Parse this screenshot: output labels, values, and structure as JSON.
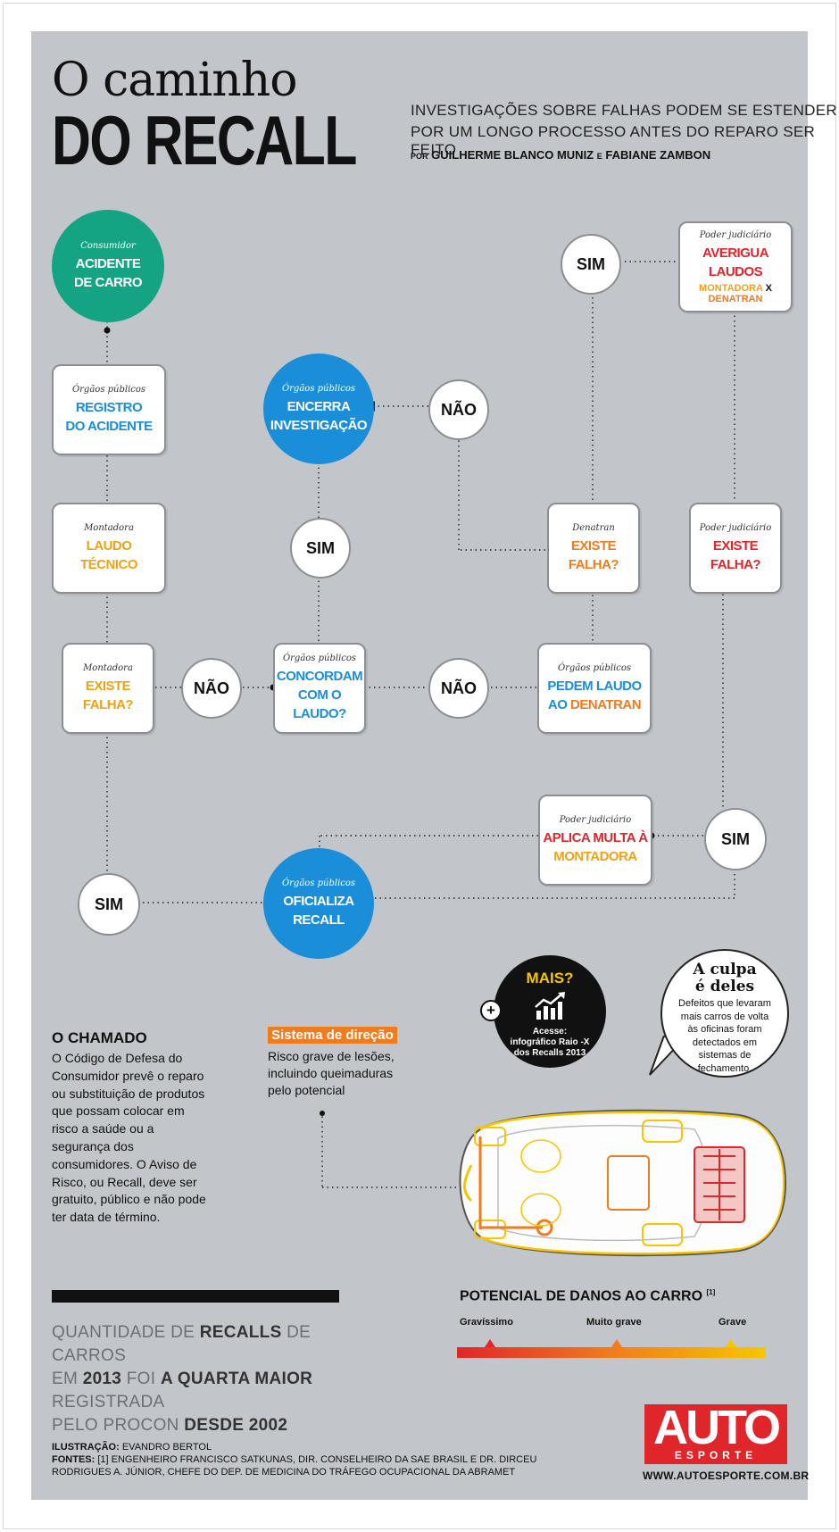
{
  "header": {
    "title_line1": "O caminho",
    "title_line2": "DO RECALL",
    "subtitle_line1": "INVESTIGAÇÕES SOBRE FALHAS PODEM SE ESTENDER",
    "subtitle_line2": "POR UM LONGO PROCESSO ANTES DO REPARO SER FEITO",
    "byline_por": "POR",
    "byline_author1": "GUILHERME BLANCO MUNIZ",
    "byline_e": "E",
    "byline_author2": "FABIANE ZAMBON"
  },
  "flow": {
    "consumidor": {
      "actor": "Consumidor",
      "line1": "ACIDENTE",
      "line2": "DE CARRO"
    },
    "registro": {
      "actor": "Órgãos públicos",
      "line1": "REGISTRO",
      "line2": "DO ACIDENTE"
    },
    "laudo_tecnico": {
      "actor": "Montadora",
      "line1": "LAUDO",
      "line2": "TÉCNICO"
    },
    "montadora_falha": {
      "actor": "Montadora",
      "line1": "EXISTE",
      "line2": "FALHA?"
    },
    "concordam": {
      "actor": "Órgãos públicos",
      "line1": "CONCORDAM",
      "line2": "COM O LAUDO?"
    },
    "pedem_laudo": {
      "actor": "Órgãos públicos",
      "line1": "PEDEM LAUDO",
      "line2_a": "AO",
      "line2_b": "DENATRAN"
    },
    "denatran_falha": {
      "actor": "Denatran",
      "line1": "EXISTE",
      "line2": "FALHA?"
    },
    "encerra": {
      "actor": "Órgãos públicos",
      "line1": "ENCERRA",
      "line2": "INVESTIGAÇÃO"
    },
    "averigua": {
      "actor": "Poder judiciário",
      "line1": "AVERIGUA",
      "line2": "LAUDOS",
      "line3_a": "MONTADORA",
      "line3_x": "X",
      "line3_b": "DENATRAN"
    },
    "judiciario_falha": {
      "actor": "Poder judiciário",
      "line1": "EXISTE",
      "line2": "FALHA?"
    },
    "multa": {
      "actor": "Poder judiciário",
      "line1": "APLICA MULTA À",
      "line2": "MONTADORA"
    },
    "oficializa": {
      "actor": "Órgãos públicos",
      "line1": "OFICIALIZA",
      "line2": "RECALL"
    },
    "sim": "SIM",
    "nao": "NÃO"
  },
  "chamado": {
    "heading": "O CHAMADO",
    "text": "O Código de Defesa do Consumidor prevê o reparo ou substituição de produtos que possam colocar em risco a saúde ou a segurança dos consumidores. O Aviso de Risco, ou Recall, deve ser gratuito, público e não pode ter data de término."
  },
  "sistema": {
    "heading": "Sistema de direção",
    "text": "Risco grave de lesões, incluindo queimaduras pelo potencial"
  },
  "culpa": {
    "heading_line1": "A culpa",
    "heading_line2": "é deles",
    "text": "Defeitos que levaram mais carros de volta às oficinas foram detectados em sistemas de fechamento."
  },
  "mais": {
    "heading": "MAIS?",
    "text_line1": "Acesse:",
    "text_line2": "infográfico Raio -X",
    "text_line3": "dos Recalls 2013",
    "plus": "+"
  },
  "quantidade": {
    "p1": "QUANTIDADE DE",
    "p2": "RECALLS",
    "p3": "DE CARROS",
    "p4": "EM",
    "p5": "2013",
    "p6": "FOI",
    "p7": "A QUARTA MAIOR",
    "p8": "REGISTRADA",
    "p9": "PELO PROCON",
    "p10": "DESDE 2002"
  },
  "danos": {
    "title": "POTENCIAL DE DANOS AO CARRO",
    "footnote": "[1]",
    "levels": [
      "Gravíssimo",
      "Muito grave",
      "Grave"
    ],
    "colors": [
      "#e0262b",
      "#f07c1e",
      "#f7c600"
    ]
  },
  "credits": {
    "ilustracao_label": "ILUSTRAÇÃO:",
    "ilustracao_value": "EVANDRO BERTOL",
    "fontes_label": "FONTES:",
    "fontes_value_line1": "[1] ENGENHEIRO FRANCISCO SATKUNAS, DIR. CONSELHEIRO DA SAE BRASIL E DR. DIRCEU",
    "fontes_value_line2": "RODRIGUES A. JÚNIOR, CHEFE DO DEP. DE MEDICINA DO TRÁFEGO OCUPACIONAL DA ABRAMET"
  },
  "logo": {
    "auto": "AUTO",
    "esporte": "ESPORTE",
    "url": "WWW.AUTOESPORTE.COM.BR"
  },
  "colors": {
    "teal": "#14a383",
    "blue": "#1a8ed8",
    "orange": "#f0a215",
    "red": "#e0262b",
    "panel": "#c2c5c9"
  }
}
